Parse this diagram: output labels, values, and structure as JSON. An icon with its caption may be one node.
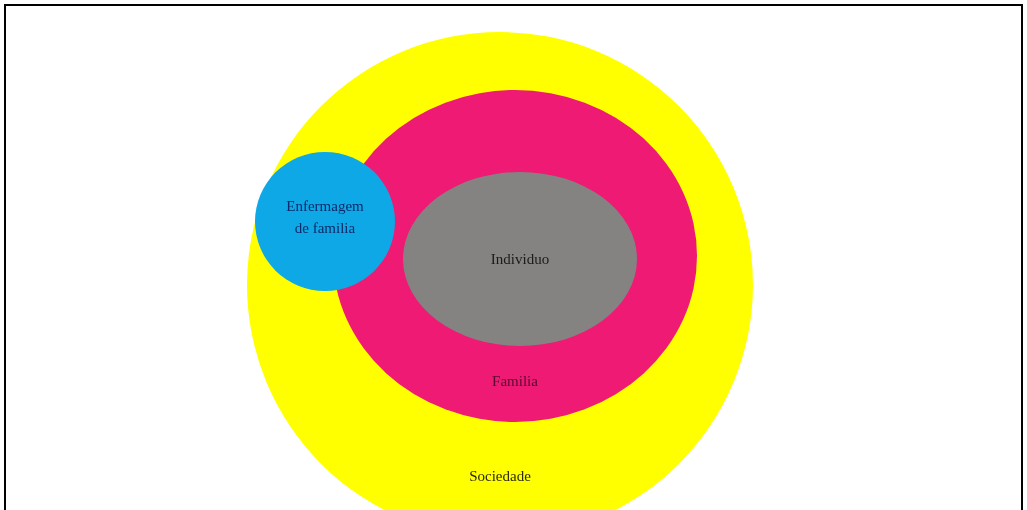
{
  "diagram": {
    "nodes": [
      {
        "text": [
          "Sociedade"
        ]
      },
      {
        "text": [
          "Familia"
        ],
        "in": 0
      },
      {
        "text": [
          "Individuo"
        ],
        "in": 1
      },
      {
        "text": [
          "Enfermagem de familia"
        ],
        "in": 0
      }
    ]
  }
}
